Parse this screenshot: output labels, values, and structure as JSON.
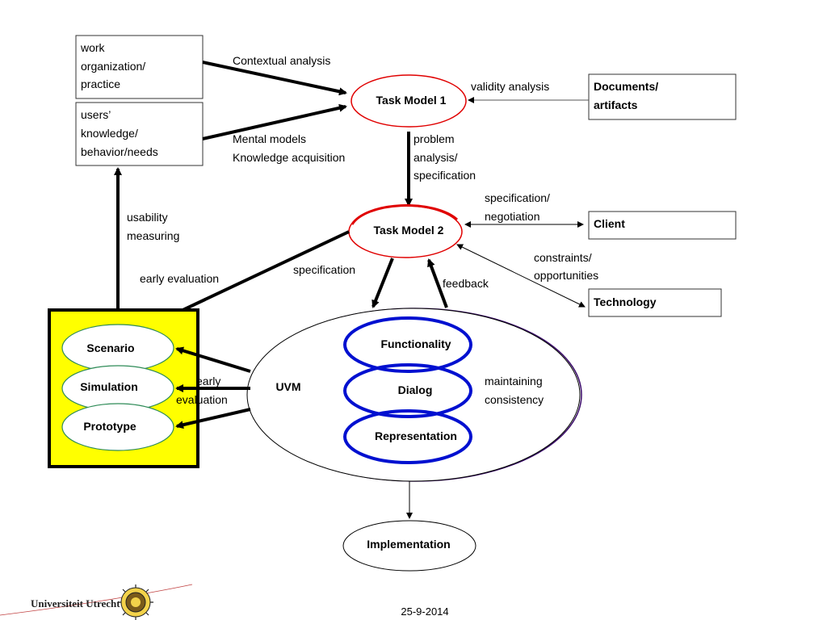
{
  "boxes": {
    "work_org": [
      "work",
      "organization/",
      "practice"
    ],
    "users": [
      "users’",
      "knowledge/",
      "behavior/needs"
    ],
    "documents": [
      "Documents/",
      "artifacts"
    ],
    "client": "Client",
    "technology": "Technology"
  },
  "nodes": {
    "task_model_1": "Task Model 1",
    "task_model_2": "Task Model 2",
    "scenario": "Scenario",
    "simulation": "Simulation",
    "prototype": "Prototype",
    "uvm": "UVM",
    "functionality": "Functionality",
    "dialog": "Dialog",
    "representation": "Representation",
    "implementation": "Implementation"
  },
  "labels": {
    "contextual_analysis": "Contextual analysis",
    "mental_models": "Mental models",
    "knowledge_acquisition": "Knowledge acquisition",
    "validity_analysis": "validity analysis",
    "problem_analysis": [
      "problem",
      "analysis/",
      "specification"
    ],
    "spec_negotiation": [
      "specification/",
      "negotiation"
    ],
    "constraints": [
      "constraints/",
      "opportunities"
    ],
    "usability_measuring": [
      "usability",
      "measuring"
    ],
    "early_evaluation_top": "early evaluation",
    "specification": "specification",
    "feedback": "feedback",
    "early_evaluation_mid": [
      "early",
      "evaluation"
    ],
    "maintaining_consistency": [
      "maintaining",
      "consistency"
    ]
  },
  "footer": {
    "logo_text": "Universiteit Utrecht",
    "date": "25-9-2014"
  },
  "colors": {
    "task_model_outline": "#e00000",
    "uvm_rings": "#0010d0",
    "prototype_box_fill": "#ffff00",
    "inner_ellipse_outline": "#2e8b57",
    "uvm_outline_shadow": "#3a0a6a"
  }
}
